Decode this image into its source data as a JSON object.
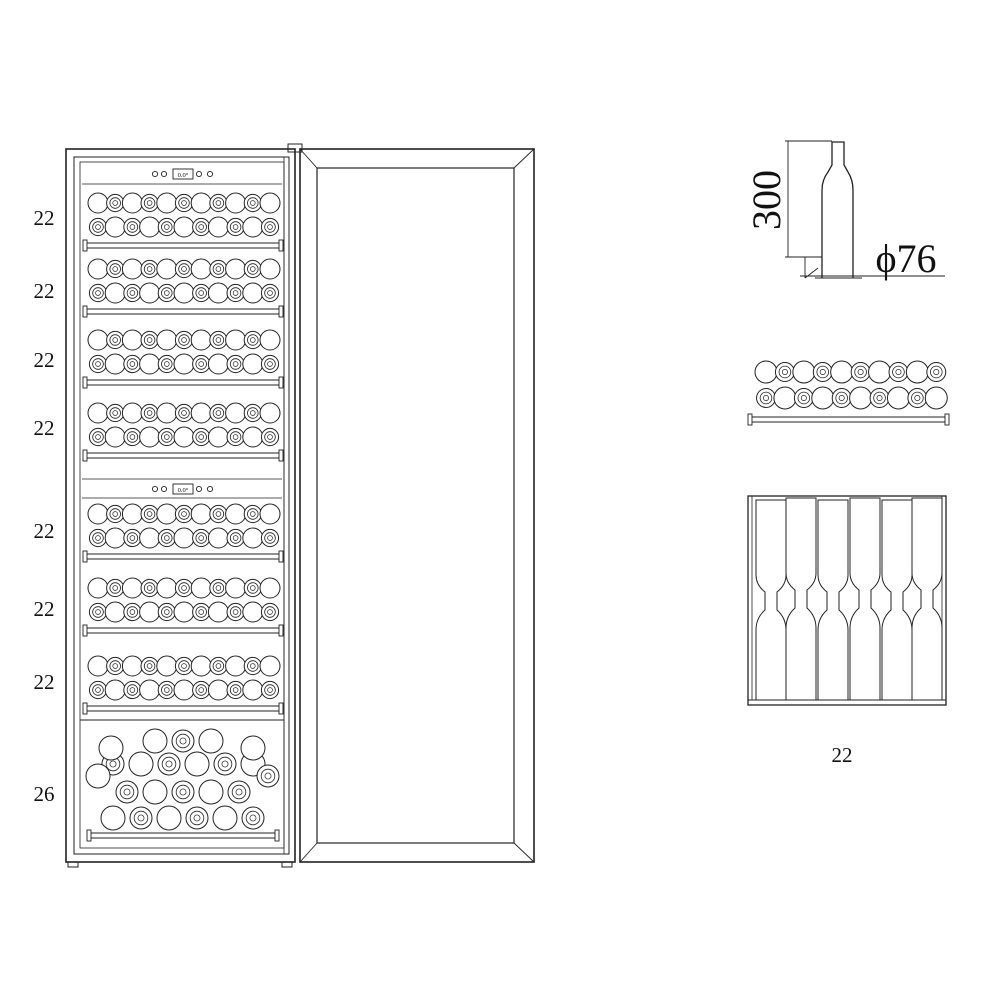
{
  "shelf_labels": [
    "22",
    "22",
    "22",
    "22",
    "22",
    "22",
    "22",
    "26"
  ],
  "dimensions": {
    "height_label": "300",
    "diameter_label": "ϕ76"
  },
  "side_view_label": "22",
  "display": {
    "upper_readout": "0.0°",
    "lower_readout": "0.0°"
  }
}
